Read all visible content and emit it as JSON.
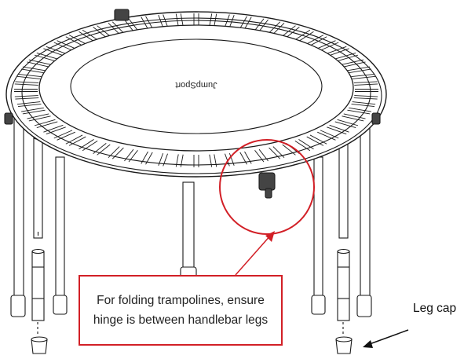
{
  "diagram": {
    "logo_text": "JumpSport",
    "callout": {
      "line1": "For folding trampolines, ensure",
      "line2": "hinge is between handlebar legs",
      "border_color": "#d21f26"
    },
    "leg_cap_label": "Leg cap",
    "line_color": "#1a1a1a",
    "highlight_color": "#d21f26"
  }
}
